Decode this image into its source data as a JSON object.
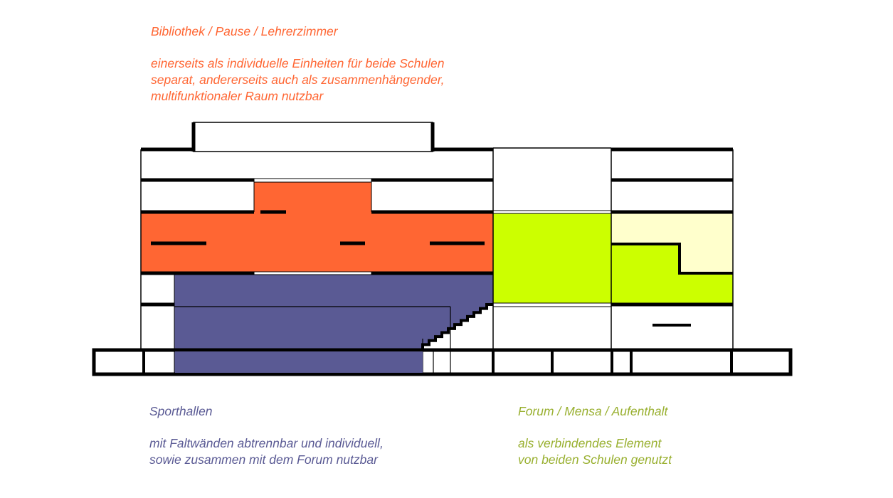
{
  "colors": {
    "library": "#FF6633",
    "sports": "#5A5A94",
    "forum": "#CCFF00",
    "forum_secondary": "#FFFFCC",
    "forum_text": "#99B030",
    "structure": "#000000"
  },
  "library": {
    "title": "Bibliothek / Pause / Lehrerzimmer",
    "lines": [
      "einerseits als individuelle Einheiten für beide Schulen",
      "separat, andererseits auch als zusammenhängender,",
      "multifunktionaler Raum nutzbar"
    ]
  },
  "sports": {
    "title": "Sporthallen",
    "lines": [
      "mit Faltwänden abtrennbar und individuell,",
      "sowie zusammen mit dem Forum nutzbar"
    ]
  },
  "forum": {
    "title": "Forum / Mensa / Aufenthalt",
    "lines": [
      "als verbindendes Element",
      "von beiden Schulen genutzt"
    ]
  }
}
